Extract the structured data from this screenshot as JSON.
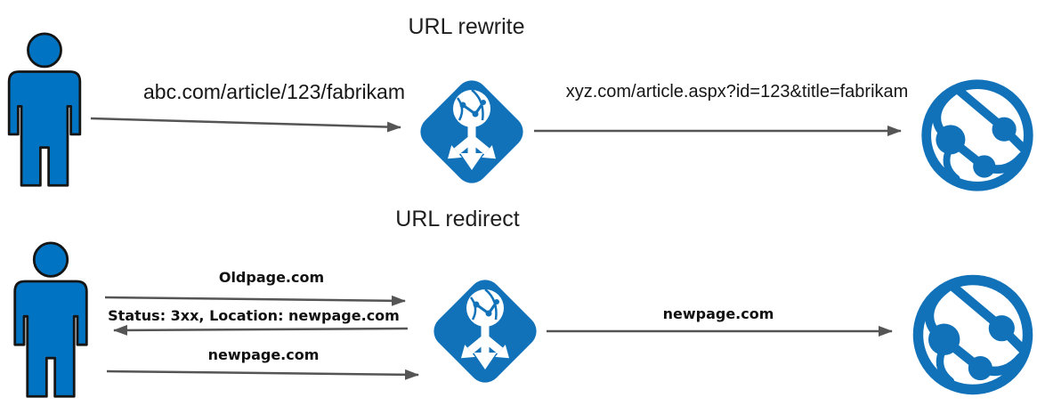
{
  "rewrite": {
    "title": "URL rewrite",
    "request_label": "abc.com/article/123/fabrikam",
    "rewritten_label": "xyz.com/article.aspx?id=123&title=fabrikam"
  },
  "redirect": {
    "title": "URL redirect",
    "request_label": "Oldpage.com",
    "response_label": "Status: 3xx, Location: newpage.com",
    "followup_label": "newpage.com",
    "forward_label": "newpage.com"
  },
  "icons": {
    "client": "user-icon",
    "gateway": "application-gateway-icon",
    "server": "web-app-icon"
  },
  "colors": {
    "person_blue": "#0074C2",
    "azure_blue": "#1172BA",
    "arrow_gray": "#555555",
    "text_black": "#1A1A1A"
  }
}
